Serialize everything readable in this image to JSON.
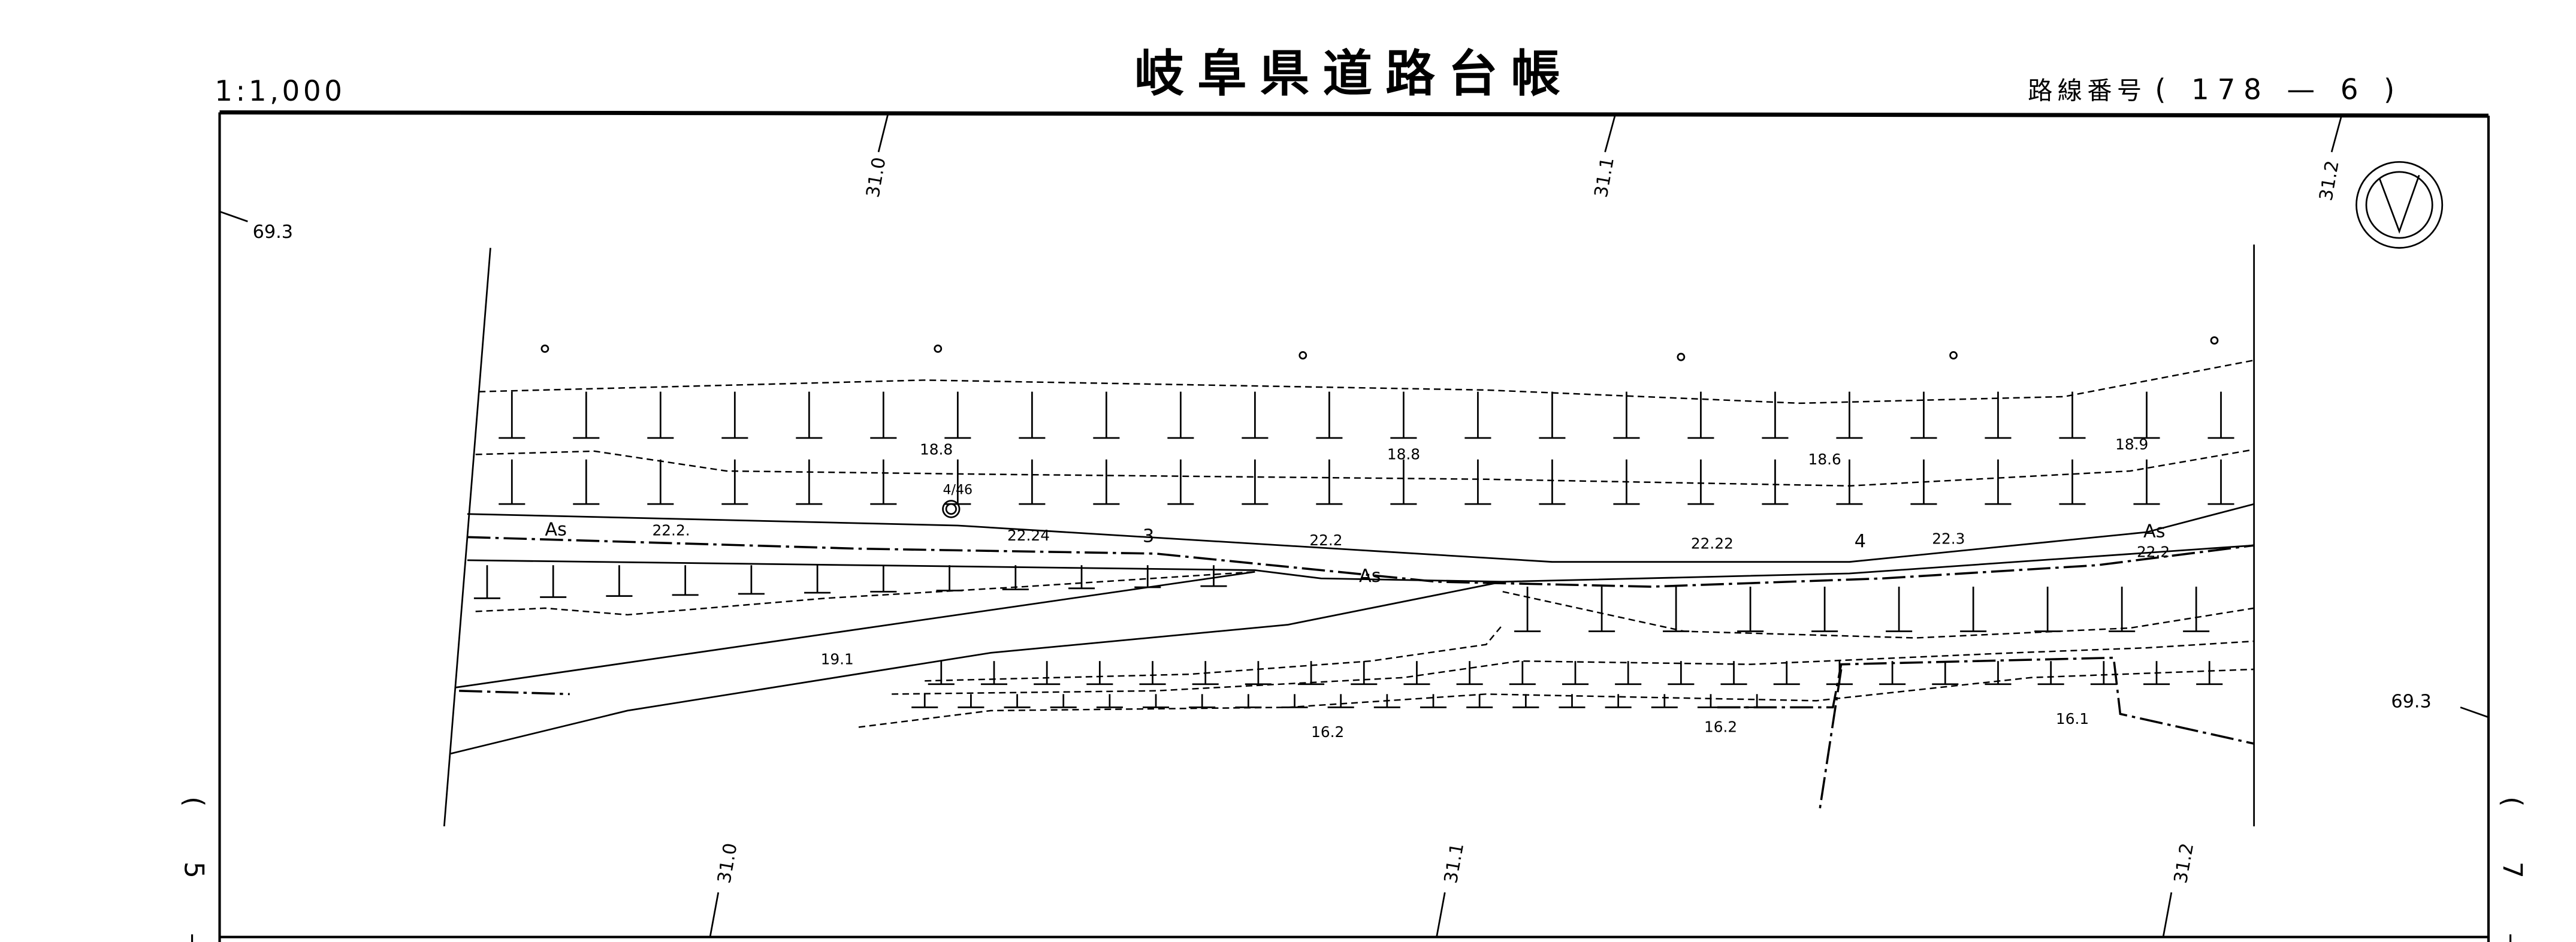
{
  "header": {
    "scale": "1:1,000",
    "title": "岐阜県道路台帳",
    "route_label": "路線番号",
    "route_number": "( 178 — 6 )"
  },
  "grid": {
    "top": [
      "31.0",
      "31.1",
      "31.2"
    ],
    "bottom": [
      "31.0",
      "31.1",
      "31.2"
    ],
    "left": "69.3",
    "right": "69.3"
  },
  "margins": {
    "left_sheet": "( 5 –",
    "right_sheet": "( 7 –"
  },
  "map": {
    "north_icon": "north-arrow-icon",
    "surface_labels": [
      "As",
      "As",
      "As"
    ],
    "elevations_upper": [
      "18.8",
      "18.8",
      "18.6",
      "18.9"
    ],
    "elevations_road": [
      "22.2.",
      "22.24",
      "22.2",
      "22.22",
      "22.3",
      "22.2"
    ],
    "elevations_lower": [
      "19.1",
      "16.2",
      "16.2",
      "16.1"
    ],
    "stations": [
      "3",
      "4"
    ],
    "benchmark": "4/46"
  }
}
